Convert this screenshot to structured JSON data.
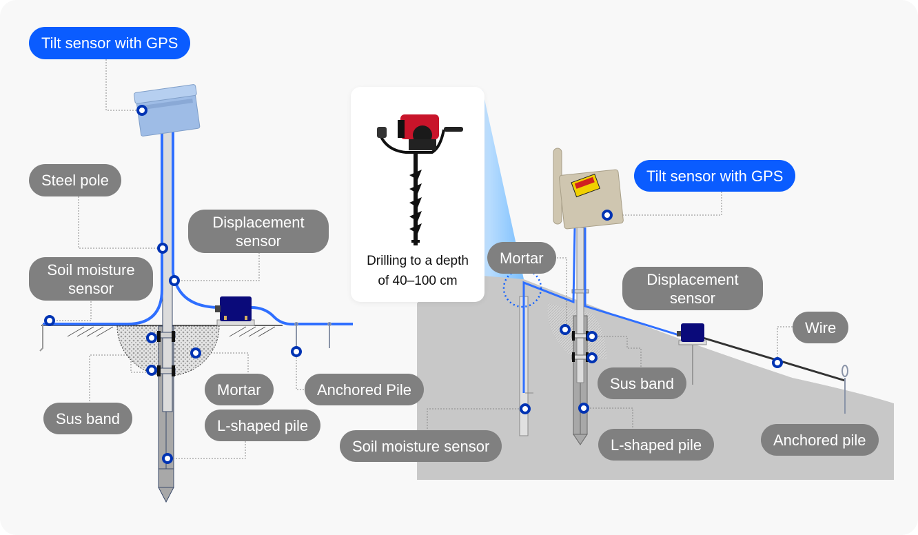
{
  "diagram": {
    "left_scene": {
      "labels": {
        "tilt_sensor": "Tilt sensor with GPS",
        "steel_pole": "Steel pole",
        "displacement_sensor_line1": "Displacement",
        "displacement_sensor_line2": "sensor",
        "soil_moisture_line1": "Soil moisture",
        "soil_moisture_line2": "sensor",
        "mortar": "Mortar",
        "anchored_pile": "Anchored Pile",
        "sus_band": "Sus band",
        "l_shaped_pile": "L-shaped pile"
      }
    },
    "drill_card": {
      "image": "earth-auger-drill",
      "caption_line1": "Drilling to a depth",
      "caption_line2": "of 40–100 cm"
    },
    "right_scene": {
      "labels": {
        "tilt_sensor": "Tilt sensor with GPS",
        "mortar": "Mortar",
        "displacement_sensor_line1": "Displacement",
        "displacement_sensor_line2": "sensor",
        "wire": "Wire",
        "sus_band": "Sus band",
        "soil_moisture": "Soil moisture sensor",
        "l_shaped_pile": "L-shaped pile",
        "anchored_pile": "Anchored pile"
      }
    },
    "colors": {
      "accent_blue": "#0a5cff",
      "cable_blue": "#2f6fff",
      "marker_blue": "#0033b3",
      "label_gray": "#808080",
      "ground_gray": "#c8c8c8",
      "sensor_navy": "#0a0a7a"
    }
  }
}
